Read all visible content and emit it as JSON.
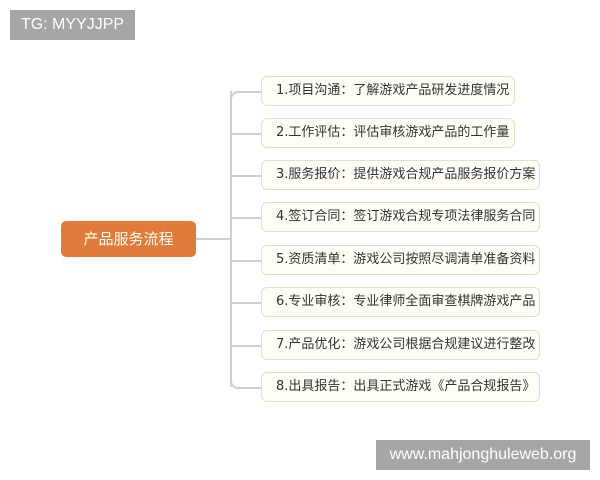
{
  "watermarks": {
    "top": "TG: MYYJJPP",
    "bottom": "www.mahjonghuleweb.org"
  },
  "diagram": {
    "root": {
      "label": "产品服务流程",
      "color": "#e07b3a"
    },
    "steps": [
      {
        "label": "1.项目沟通：了解游戏产品研发进度情况"
      },
      {
        "label": "2.工作评估：评估审核游戏产品的工作量"
      },
      {
        "label": "3.服务报价：提供游戏合规产品服务报价方案"
      },
      {
        "label": "4.签订合同：签订游戏合规专项法律服务合同"
      },
      {
        "label": "5.资质清单：游戏公司按照尽调清单准备资料"
      },
      {
        "label": "6.专业审核：专业律师全面审查棋牌游戏产品"
      },
      {
        "label": "7.产品优化：游戏公司根据合规建议进行整改"
      },
      {
        "label": "8.出具报告：出具正式游戏《产品合规报告》"
      }
    ]
  }
}
